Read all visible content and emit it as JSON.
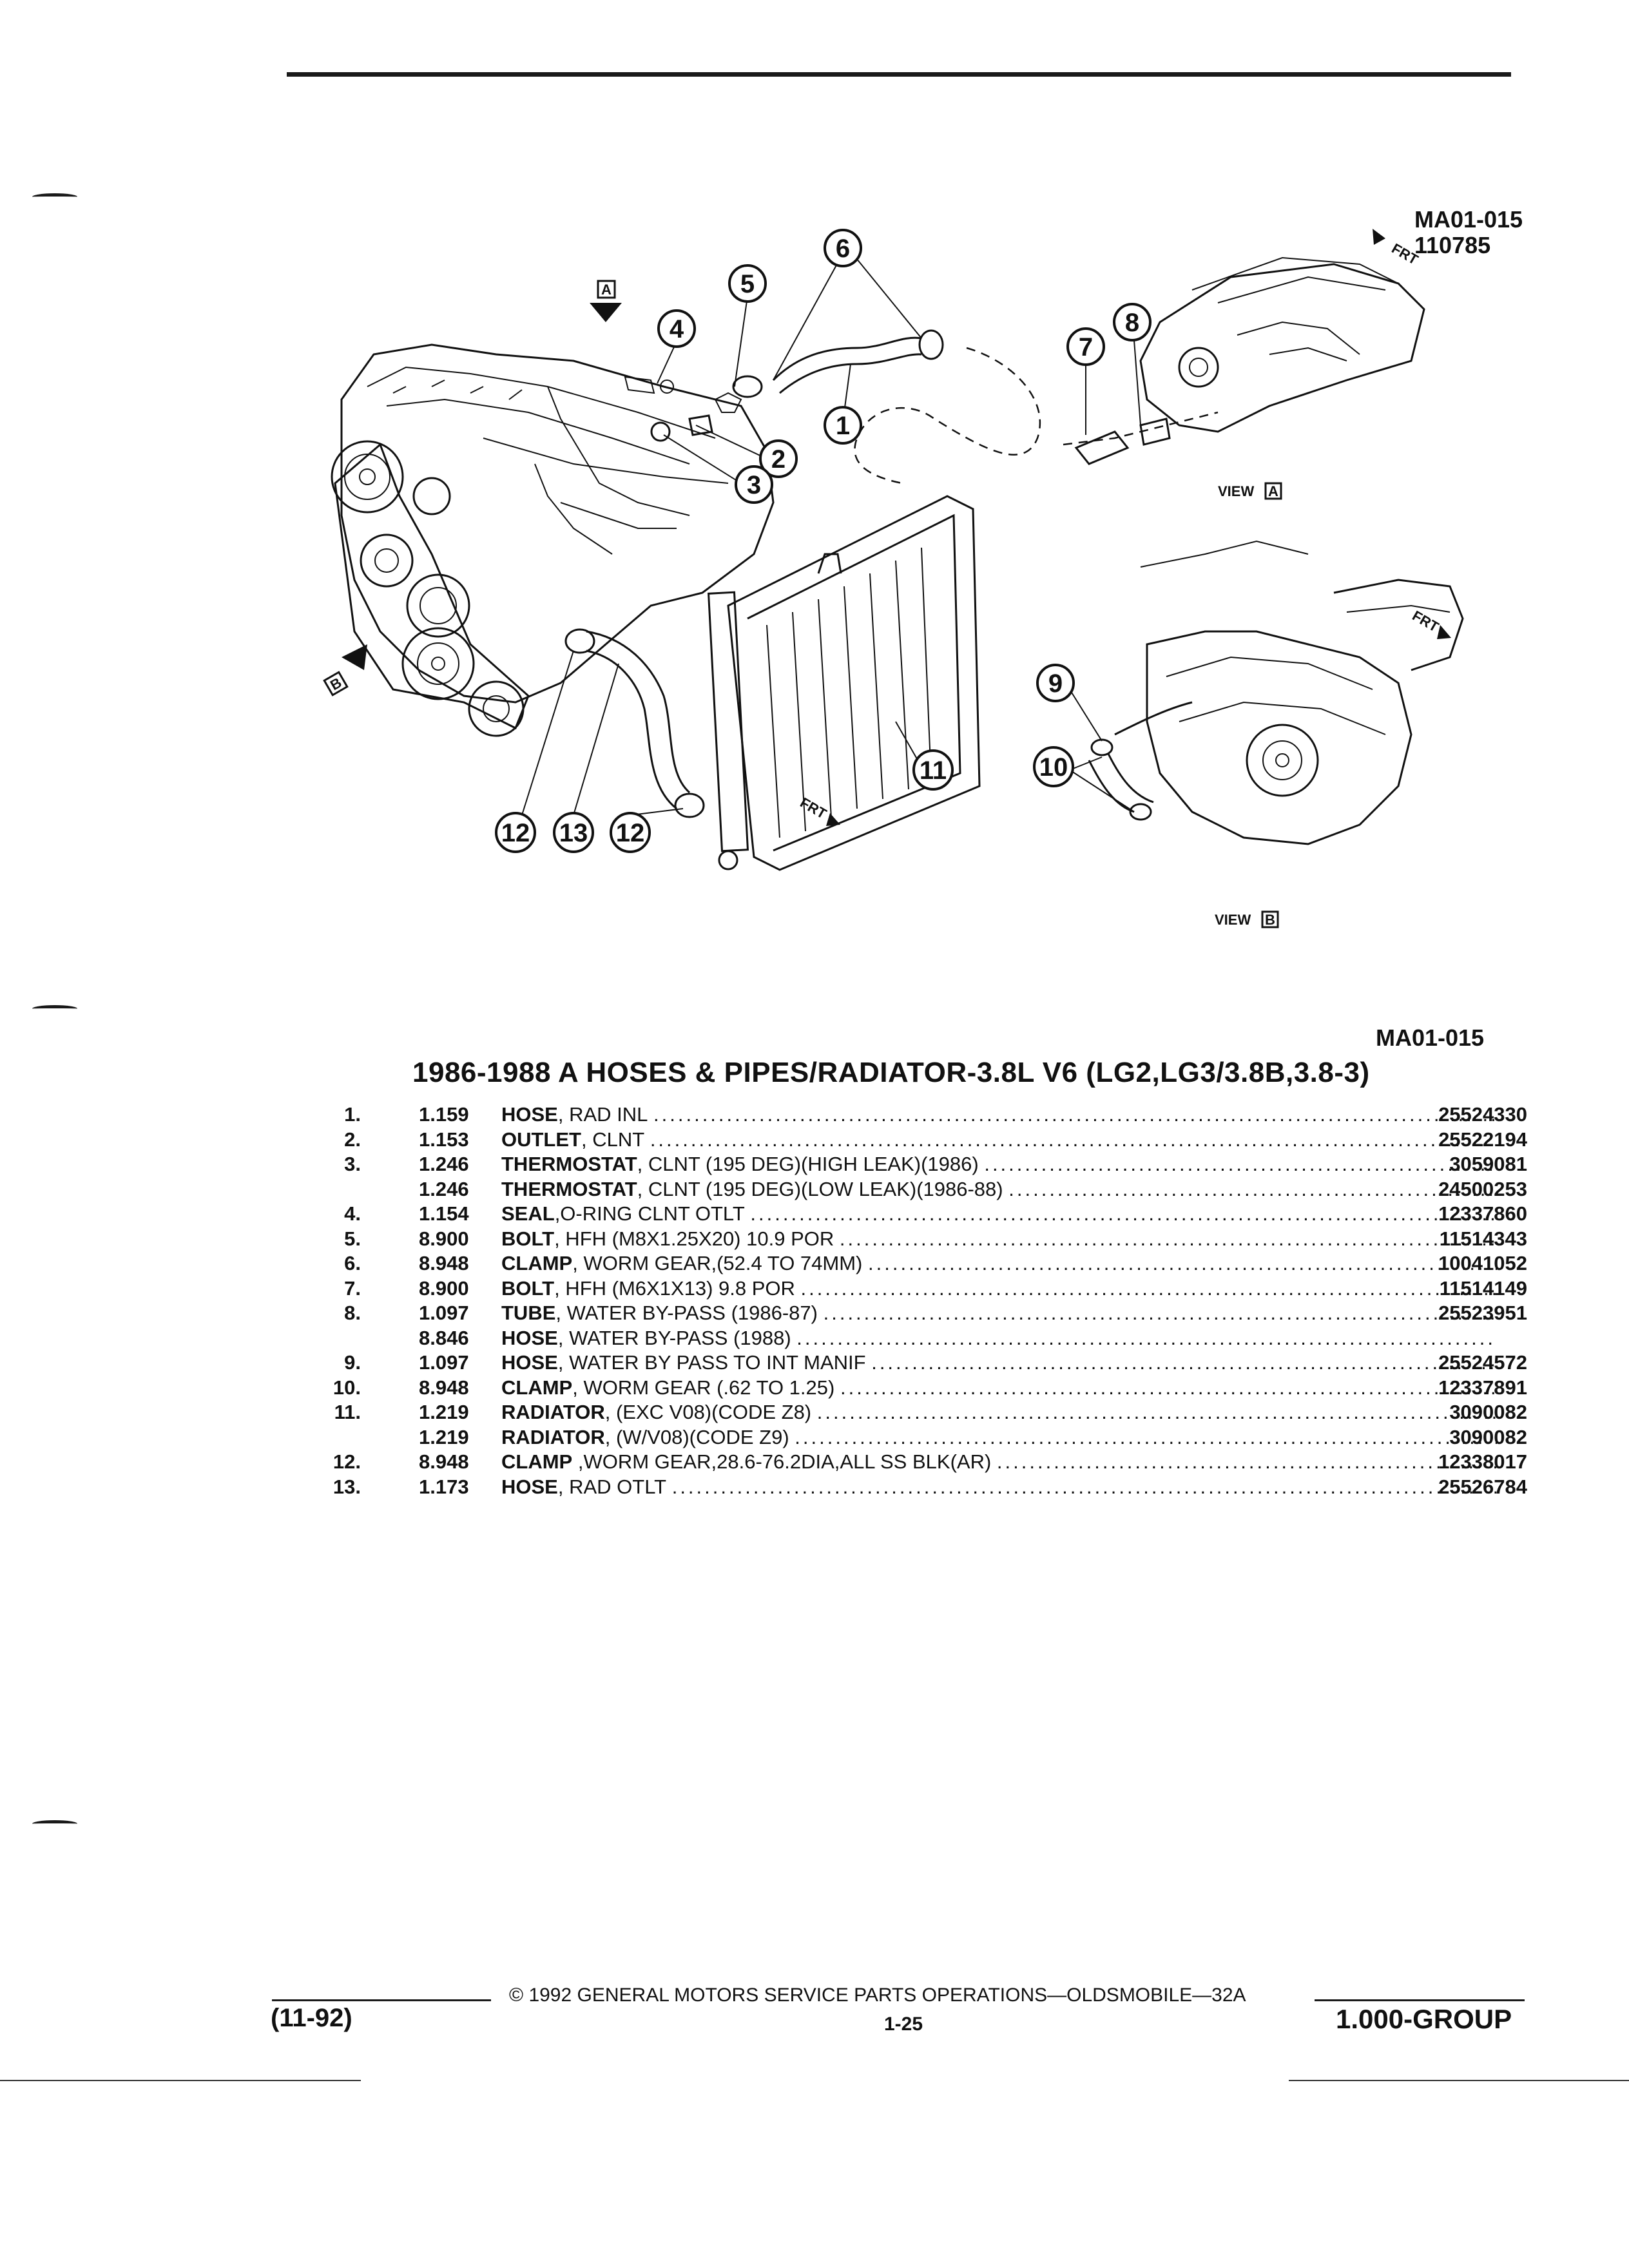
{
  "diagram": {
    "ref_code_top": "MA01-015",
    "ref_date": "110785",
    "ref_code_bottom": "MA01-015",
    "view_a_label": "VIEW",
    "view_a_letter": "A",
    "view_b_label": "VIEW",
    "view_b_letter": "B",
    "marker_a": "A",
    "marker_b": "B",
    "frt_label": "FRT",
    "callouts": [
      "1",
      "2",
      "3",
      "4",
      "5",
      "6",
      "7",
      "8",
      "9",
      "10",
      "11",
      "12",
      "13",
      "12"
    ]
  },
  "section_title": "1986-1988 A HOSES & PIPES/RADIATOR-3.8L V6 (LG2,LG3/3.8B,3.8-3)",
  "parts": [
    {
      "num": "1.",
      "code": "1.159",
      "name": "HOSE",
      "rest": ", RAD INL",
      "pn": "25524330"
    },
    {
      "num": "2.",
      "code": "1.153",
      "name": "OUTLET",
      "rest": ", CLNT",
      "pn": "25522194"
    },
    {
      "num": "3.",
      "code": "1.246",
      "name": "THERMOSTAT",
      "rest": ", CLNT (195 DEG)(HIGH LEAK)(1986)",
      "pn": "3059081"
    },
    {
      "num": "",
      "code": "1.246",
      "name": "THERMOSTAT",
      "rest": ", CLNT (195 DEG)(LOW LEAK)(1986-88)",
      "pn": "24500253"
    },
    {
      "num": "4.",
      "code": "1.154",
      "name": "SEAL",
      "rest": ",O-RING CLNT OTLT",
      "pn": "12337860"
    },
    {
      "num": "5.",
      "code": "8.900",
      "name": "BOLT",
      "rest": ", HFH (M8X1.25X20) 10.9 POR",
      "pn": "11514343"
    },
    {
      "num": "6.",
      "code": "8.948",
      "name": "CLAMP",
      "rest": ", WORM GEAR,(52.4 TO 74MM)",
      "pn": "10041052"
    },
    {
      "num": "7.",
      "code": "8.900",
      "name": "BOLT",
      "rest": ", HFH (M6X1X13) 9.8 POR",
      "pn": "11514149"
    },
    {
      "num": "8.",
      "code": "1.097",
      "name": "TUBE",
      "rest": ", WATER BY-PASS (1986-87)",
      "pn": "25523951"
    },
    {
      "num": "",
      "code": "8.846",
      "name": "HOSE",
      "rest": ", WATER BY-PASS (1988)",
      "pn": ""
    },
    {
      "num": "9.",
      "code": "1.097",
      "name": "HOSE",
      "rest": ", WATER BY PASS TO INT MANIF",
      "pn": "25524572"
    },
    {
      "num": "10.",
      "code": "8.948",
      "name": "CLAMP",
      "rest": ", WORM GEAR (.62 TO 1.25)",
      "pn": "12337891"
    },
    {
      "num": "11.",
      "code": "1.219",
      "name": "RADIATOR",
      "rest": ", (EXC V08)(CODE Z8)",
      "pn": "3090082"
    },
    {
      "num": "",
      "code": "1.219",
      "name": "RADIATOR",
      "rest": ", (W/V08)(CODE Z9)",
      "pn": "3090082"
    },
    {
      "num": "12.",
      "code": "8.948",
      "name": "CLAMP",
      "rest": " ,WORM GEAR,28.6-76.2DIA,ALL SS BLK(AR)",
      "pn": "12338017"
    },
    {
      "num": "13.",
      "code": "1.173",
      "name": "HOSE",
      "rest": ", RAD OTLT",
      "pn": "25526784"
    }
  ],
  "footer": {
    "copyright": "© 1992 GENERAL MOTORS SERVICE PARTS OPERATIONS—OLDSMOBILE—32A",
    "date_code": "(11-92)",
    "page_num": "1-25",
    "group": "1.000-GROUP"
  }
}
